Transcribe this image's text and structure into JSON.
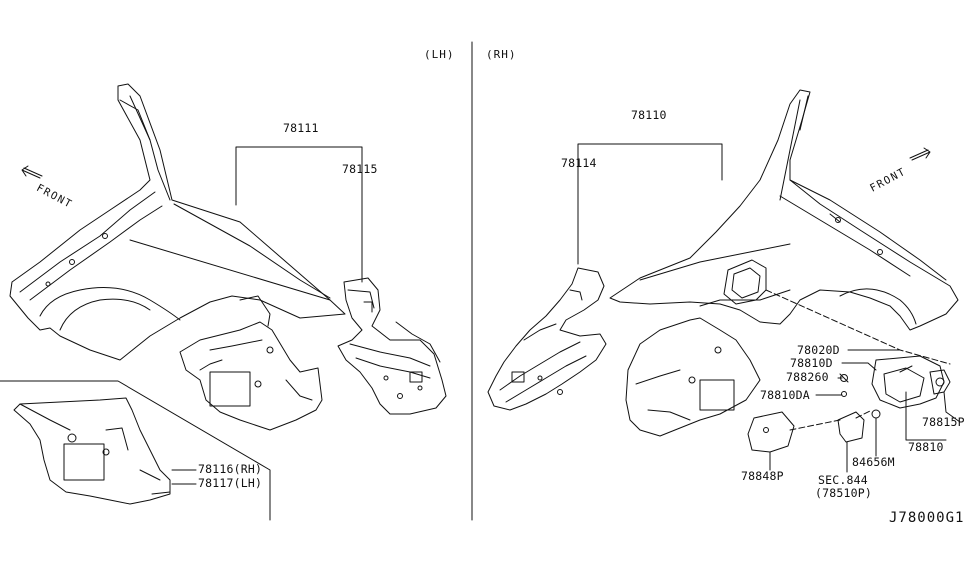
{
  "headers": {
    "lh": "(LH)",
    "rh": "(RH)"
  },
  "front_labels": {
    "left": "FRONT",
    "right": "FRONT"
  },
  "labels": {
    "p78111": "78111",
    "p78115": "78115",
    "p78116": "78116(RH)",
    "p78117": "78117(LH)",
    "p78110": "78110",
    "p78114": "78114",
    "p78020D": "78020D",
    "p78810D": "78810D",
    "p788260": "788260",
    "p78810DA": "78810DA",
    "p78815P": "78815P",
    "p78810": "78810",
    "p84656M": "84656M",
    "p78848P": "78848P",
    "sec844": "SEC.844",
    "p78510P": "(78510P)"
  },
  "diagram_code": "J78000G1"
}
